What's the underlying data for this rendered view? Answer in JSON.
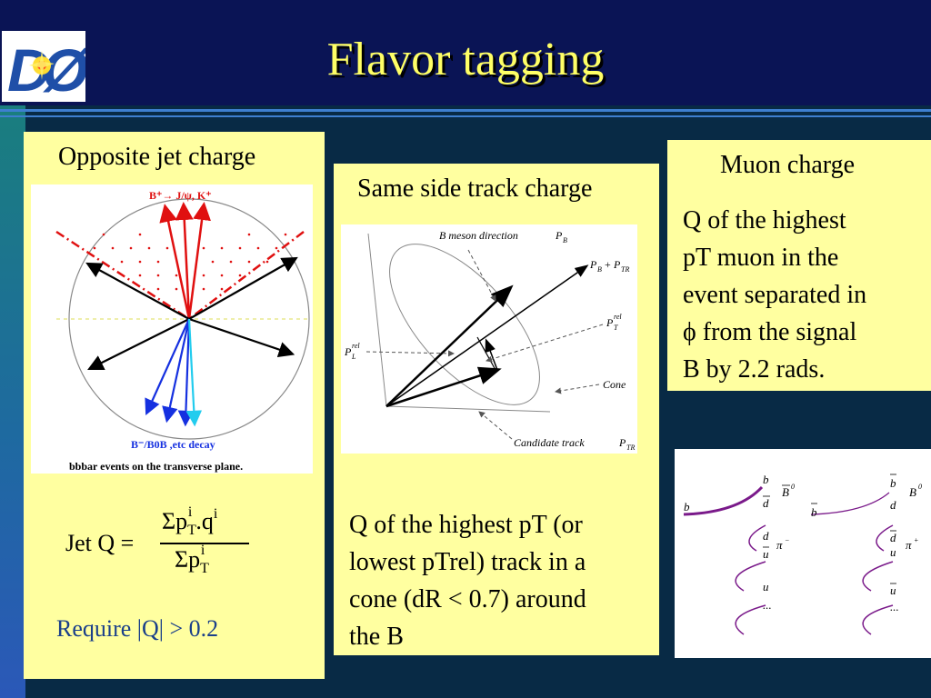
{
  "slide": {
    "title": "Flavor tagging"
  },
  "colors": {
    "title": "#ffff66",
    "panel": "#ffffa0",
    "navy": "#0a1455"
  },
  "panel1": {
    "title": "Opposite jet charge",
    "fig_top_label": "B⁺→ J/ψ, K⁺",
    "fig_bottom_label": "B⁻/B0B ,etc decay",
    "fig_caption": "bbbar events on the transverse plane.",
    "formula_lhs": "Jet Q =",
    "formula_num": "Σp",
    "formula_num_sub": "T",
    "formula_num_sup": "i",
    "formula_num_q": ".q",
    "formula_num_q_sup": "i",
    "formula_den": "Σp",
    "formula_den_sub": "T",
    "formula_den_sup": "i",
    "requirement": "Require |Q| > 0.2"
  },
  "panel2": {
    "title": "Same side track charge",
    "fig_labels": {
      "b_meson": "B meson direction",
      "pb": "P",
      "pb_sub": "B",
      "sum": "P",
      "sum_sub1": "B",
      "sum_plus": "+",
      "sum_sub2": "TR",
      "ptrel": "P",
      "ptrel_sup": "rel",
      "ptrel_sub": "T",
      "plrel": "P",
      "plrel_sup": "rel",
      "plrel_sub": "L",
      "cone": "Cone",
      "candidate": "Candidate track",
      "ptr": "P",
      "ptr_sub": "TR"
    },
    "body": [
      "Q of the highest pT (or",
      "lowest pTrel) track in a",
      "cone (dR < 0.7) around",
      "the B"
    ]
  },
  "panel3": {
    "title": "Muon charge",
    "body": [
      "Q of the highest",
      "pT muon in the",
      "event separated in",
      "ϕ from the signal",
      "B by 2.2 rads."
    ]
  },
  "quark_diagram": {
    "left": {
      "in": "b",
      "top": "b",
      "dbar": "d",
      "b0": "B",
      "b0_sup": "0",
      "d": "d",
      "ubar": "u",
      "pi": "π",
      "pi_sup": "−",
      "u": "u",
      "dots": "..."
    },
    "right": {
      "in": "b",
      "top": "b",
      "d": "d",
      "b0": "B",
      "b0_sup": "0",
      "dbar": "d",
      "u": "u",
      "pi": "π",
      "pi_sup": "+",
      "ubar": "u",
      "dots": "..."
    }
  }
}
